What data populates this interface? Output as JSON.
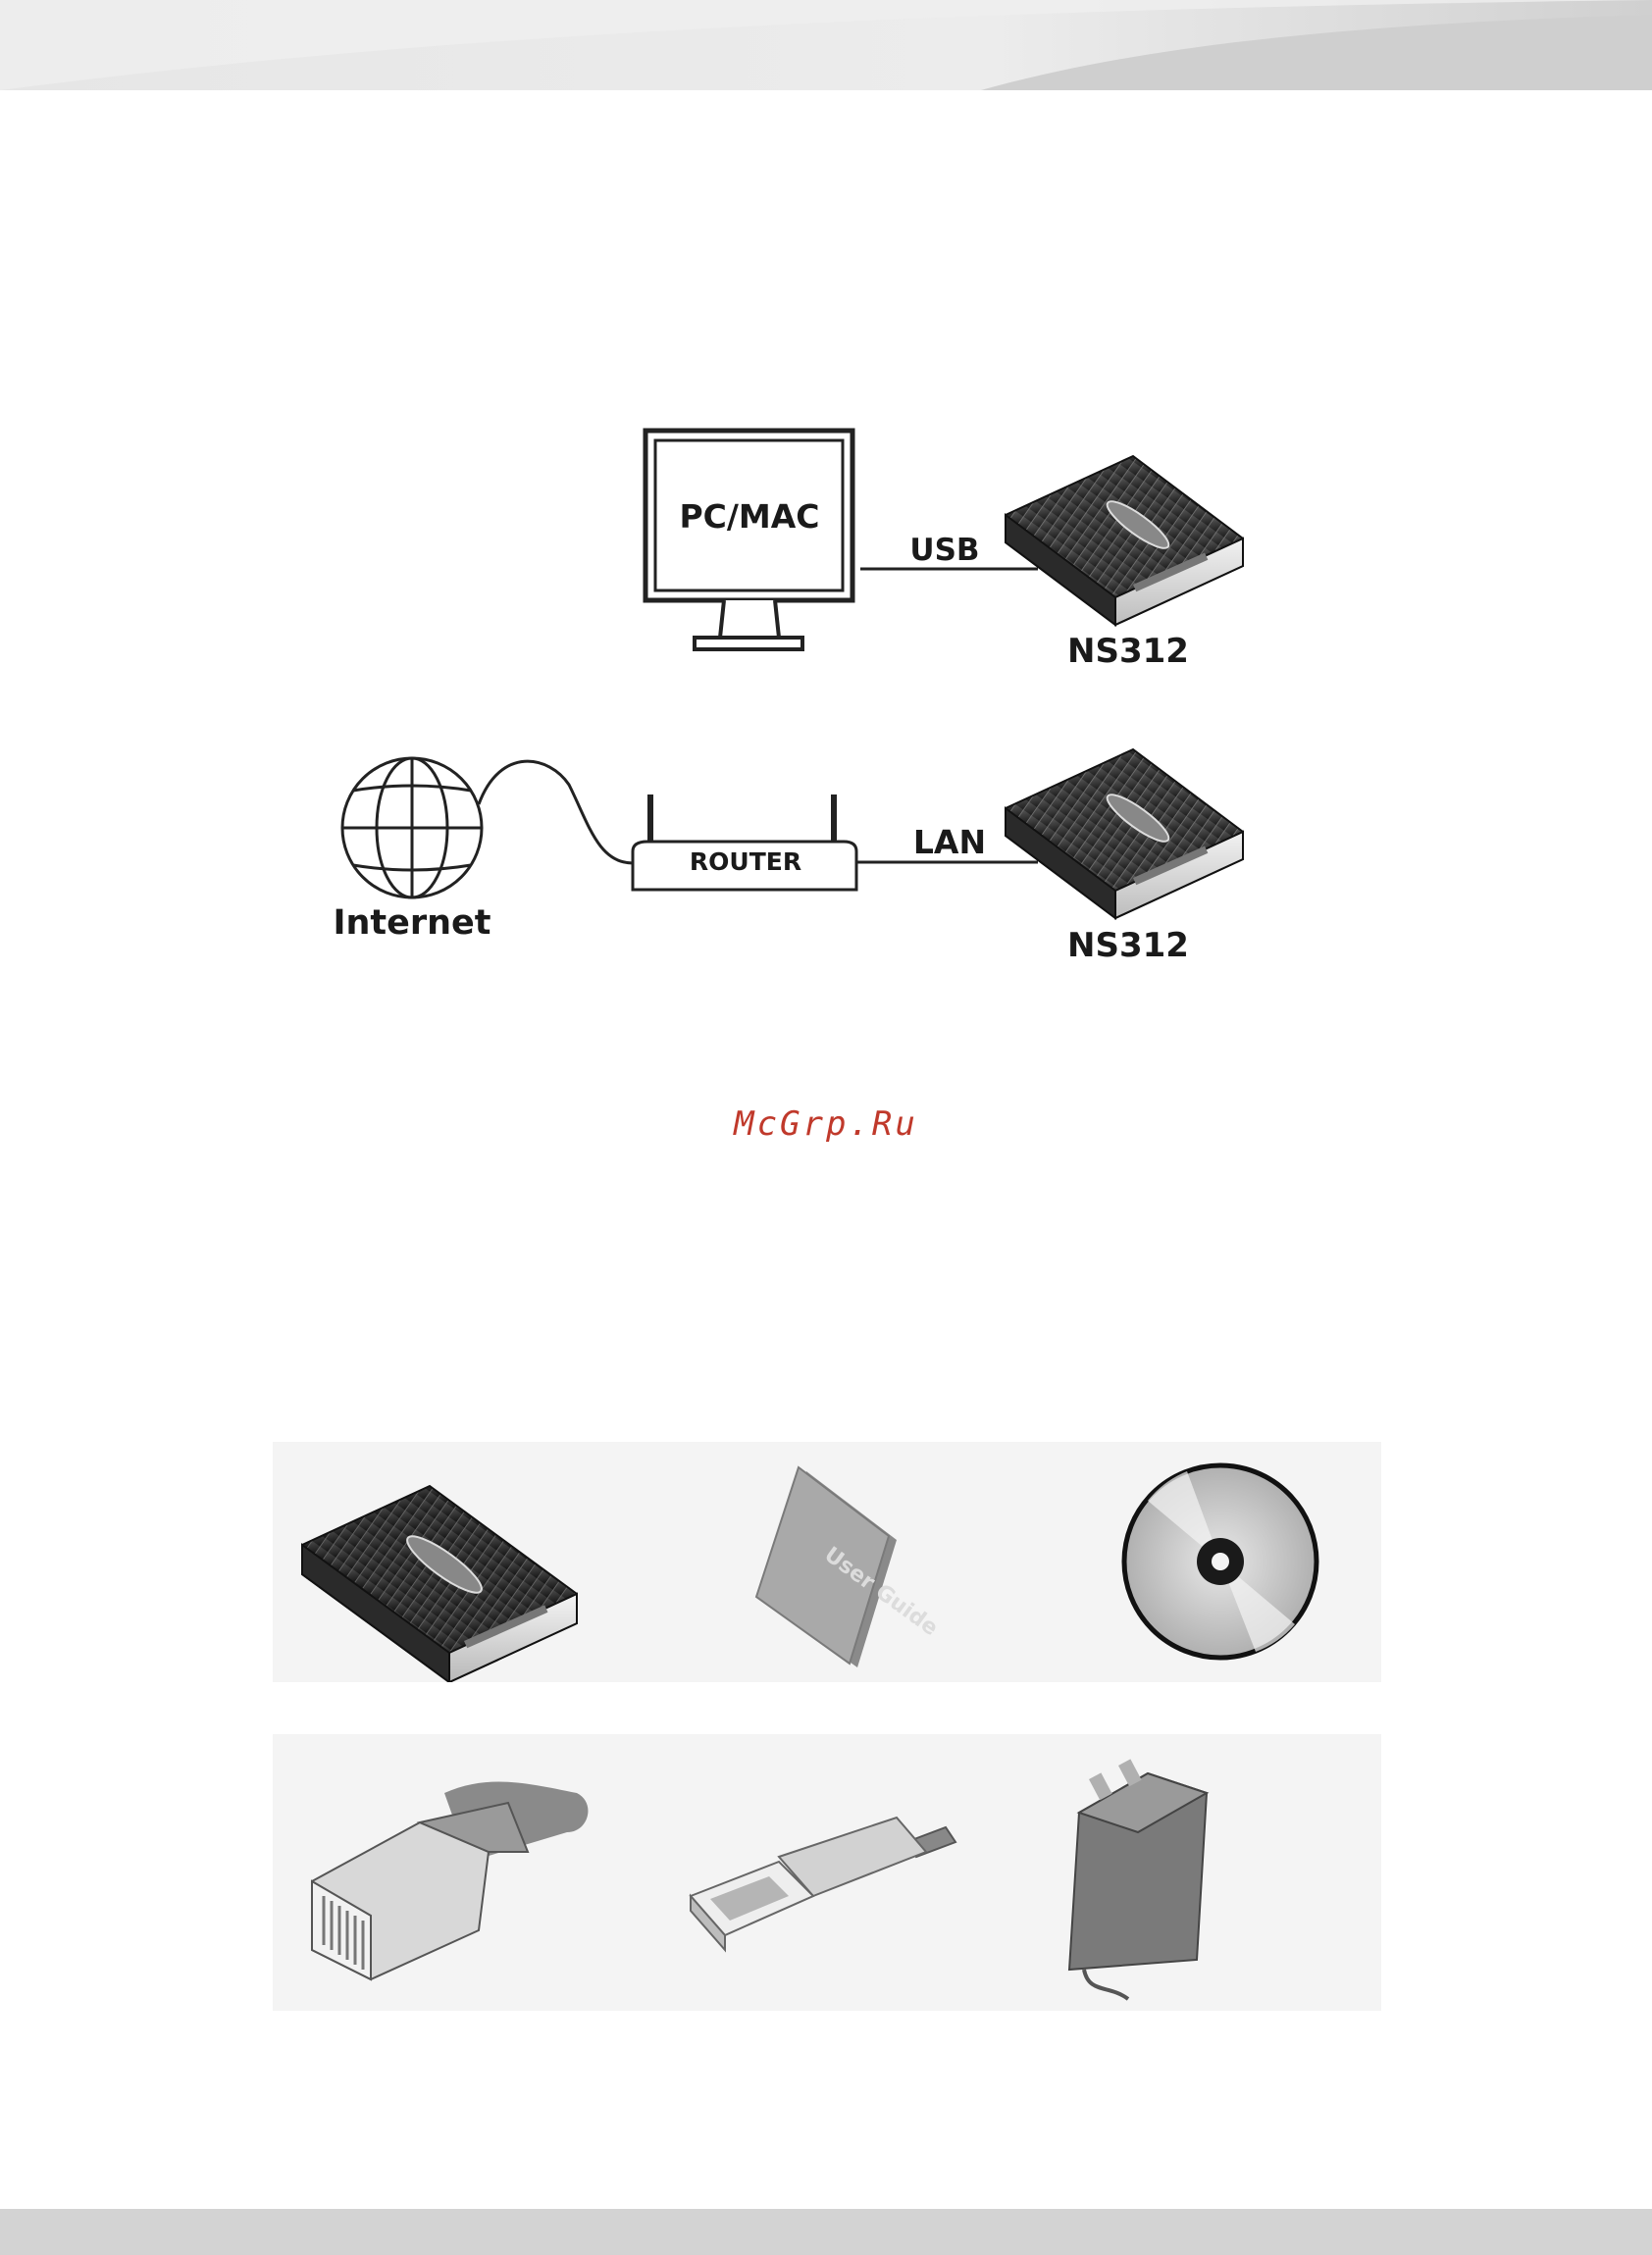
{
  "diagram": {
    "computer_label": "PC/MAC",
    "usb_label": "USB",
    "device_label_1": "NS312",
    "router_label": "ROUTER",
    "lan_label": "LAN",
    "internet_label": "Internet",
    "device_label_2": "NS312"
  },
  "watermark": "McGrp.Ru",
  "package_contents": {
    "user_guide_cover_text": "User Guide"
  },
  "icons": [
    "monitor-icon",
    "nas-enclosure-icon",
    "globe-icon",
    "router-icon",
    "user-guide-icon",
    "cd-icon",
    "ethernet-plug-icon",
    "usb-plug-icon",
    "power-adapter-icon"
  ]
}
